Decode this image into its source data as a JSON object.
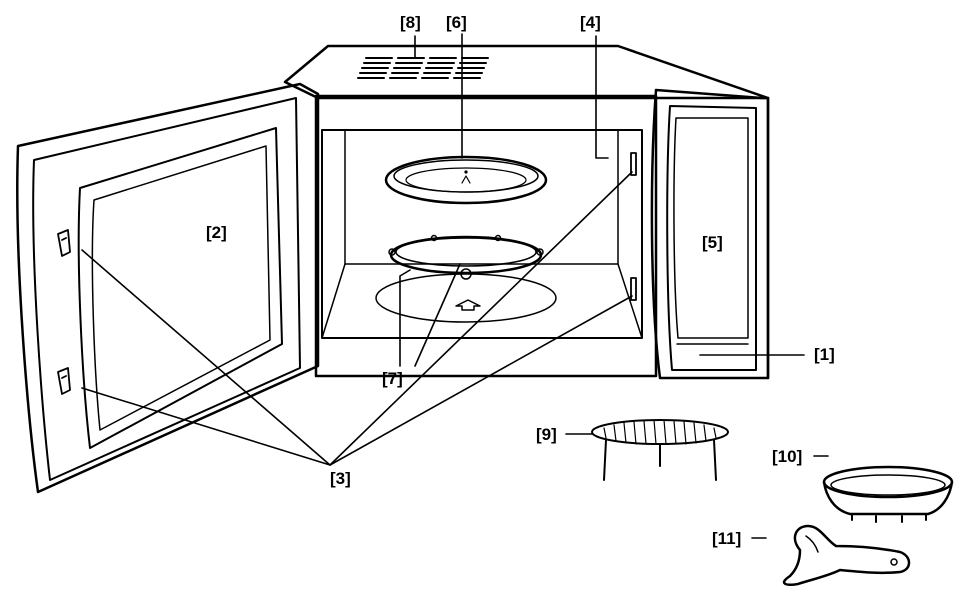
{
  "callouts": {
    "c1": "[1]",
    "c2": "[2]",
    "c3": "[3]",
    "c4": "[4]",
    "c5": "[5]",
    "c6": "[6]",
    "c7": "[7]",
    "c8": "[8]",
    "c9": "[9]",
    "c10": "[10]",
    "c11": "[11]"
  }
}
